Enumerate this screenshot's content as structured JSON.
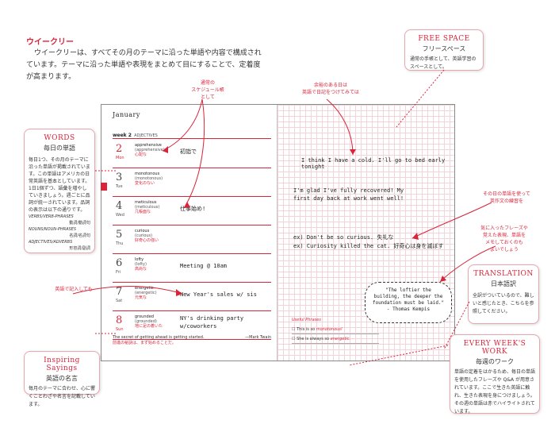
{
  "intro": {
    "title": "ウイークリー",
    "body": "ウイークリーは、すべてその月のテーマに沿った単語や内容で構成されています。テーマに沿った単語や表現をまとめて目にすることで、定着度が高まります。"
  },
  "planner": {
    "month": "January",
    "week": "week 2",
    "week_theme": "ADJECTIVES",
    "days": [
      {
        "num": "2",
        "name": "Mon",
        "sunday": true,
        "word": "apprehensive",
        "pos": "(apprehensive)",
        "ja": "心配な",
        "hand": "初詣で"
      },
      {
        "num": "3",
        "name": "Tue",
        "sunday": false,
        "word": "monotonous",
        "pos": "(monotonous)",
        "ja": "変化のない",
        "hand": ""
      },
      {
        "num": "4",
        "name": "Wed",
        "sunday": false,
        "word": "meticulous",
        "pos": "(meticulous)",
        "ja": "几帳面な",
        "hand": "仕事始め!"
      },
      {
        "num": "5",
        "name": "Thu",
        "sunday": false,
        "word": "curious",
        "pos": "(curious)",
        "ja": "好奇心の強い",
        "hand": ""
      },
      {
        "num": "6",
        "name": "Fri",
        "sunday": false,
        "word": "lofty",
        "pos": "(lofty)",
        "ja": "高尚な",
        "hand": "Meeting @ 10am"
      },
      {
        "num": "7",
        "name": "Sat",
        "sunday": false,
        "word": "energetic",
        "pos": "(energetic)",
        "ja": "元気な",
        "hand": "New Year's sales w/ sis"
      },
      {
        "num": "8",
        "name": "Sun",
        "sunday": true,
        "word": "grounded",
        "pos": "(grounded)",
        "ja": "地に足の着いた",
        "hand": "NY's drinking party w/coworkers"
      }
    ],
    "quote_en": "The secret of getting ahead is getting started.",
    "quote_author": "—Mark Twain",
    "quote_ja": "前進の秘訣は、まず始めることだ。",
    "diary": [
      "I think I have a cold. I'll go to bed early tonight",
      "I'm glad I've fully recovered! My first day back at work went well!",
      "ex) Don't be so curious. 失礼な",
      "ex) Curiosity killed the cat. 好奇心は身を滅ぼす"
    ],
    "useful_title": "Useful Phrases",
    "useful": [
      {
        "pre": "This is so ",
        "word": "monotonous!"
      },
      {
        "pre": "She is always so ",
        "word": "energetic."
      }
    ],
    "bubble": "\"The loftier the building, the deeper the foundation must be laid.\" - Thomas Kempis"
  },
  "callouts": {
    "free_space": {
      "title": "FREE SPACE",
      "sub": "フリースペース",
      "body": "通常の手帳として、英語学習のスペースとして。"
    },
    "words": {
      "title": "WORDS",
      "sub": "毎日の単語",
      "body": "毎日1つ、その月のテーマに沿った単語が掲載されています。この単語はアメリカの日常英語を基本としています。1日1個ずつ、語彙を増やしていきましょう。週ごとに品詞が統一されています。品詞の表示は以下の通りです。",
      "pos": [
        "VERBS/VERB-PHRASES",
        "動詞/動詞句",
        "NOUNS/NOUN-PHRASES",
        "名詞/名詞句",
        "ADJECTIVES/ADVERBS",
        "形容詞/副詞"
      ]
    },
    "inspiring": {
      "title": "Inspiring Sayings",
      "sub": "英語の名言",
      "body": "毎月のテーマに合わせ、心に響くことわざや名言を記載しています。"
    },
    "translation": {
      "title": "TRANSLATION",
      "sub": "日本語訳",
      "body": "全訳がついているので、難しいと感じたとき、こちらを参照してください。"
    },
    "every_week": {
      "title": "EVERY WEEK'S WORK",
      "sub": "毎週のワーク",
      "body": "単語の定着をはかるため、毎日の単語を使用したフレーズや Q&A が用意されています。ここで生きた英語に触れ、生きた表現を身につけましょう。その週の単語は赤でハイライトされています。"
    }
  },
  "annotations": {
    "schedule": "通常の\nスケジュール帳\nとして",
    "diary": "余裕のある日は\n英語で日記をつけてみては",
    "practice": "その日の単語を使って\n英作文の練習を",
    "phrases": "気に入ったフレーズや\n覚えた表現、単語を\nメモしておくのも\nよいでしょう",
    "english": "英語で記入しても"
  },
  "colors": {
    "accent": "#d9243a",
    "border": "#e8a6b0",
    "grid": "#f3d5d9"
  }
}
